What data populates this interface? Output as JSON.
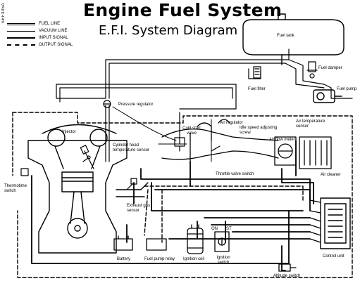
{
  "title": "Engine Fuel System",
  "subtitle": "E.F.I. System Diagram",
  "side_code": "SEF305A",
  "legend": [
    {
      "label": "FUEL LINE",
      "style": "fuel"
    },
    {
      "label": "VACUUM LINE",
      "style": "vacuum"
    },
    {
      "label": "INPUT SIGNAL",
      "style": "input"
    },
    {
      "label": "OUTPUT SIGNAL",
      "style": "output"
    }
  ],
  "components": {
    "fuel_tank": "Fuel tank",
    "fuel_damper": "Fuel damper",
    "fuel_filter": "Fuel filter",
    "fuel_pump": "Fuel pump",
    "pressure_regulator": "Pressure regulator",
    "injector": "Injector",
    "cold_start_valve": "Cold start valve",
    "air_regulator": "Air regulator",
    "idle_speed_screw": "Idle speed adjusting screw",
    "air_temperature_sensor": "Air temperature sensor",
    "air_flow_meter": "Air flow meter",
    "cylinder_head_temp_sensor": "Cylinder head temperature sensor",
    "thermotime_switch": "Thermotime switch",
    "throttle_valve_switch": "Throttle valve switch",
    "air_cleaner": "Air cleaner",
    "exhaust_gas_sensor": "Exhaust gas sensor",
    "battery": "Battery",
    "fuel_pump_relay": "Fuel pump relay",
    "ignition_coil": "Ignition coil",
    "ignition_switch": "Ignition switch",
    "ignition_on": "ON",
    "ignition_st": "ST",
    "control_unit": "Control unit",
    "altitude_switch": "Altitude switch"
  }
}
